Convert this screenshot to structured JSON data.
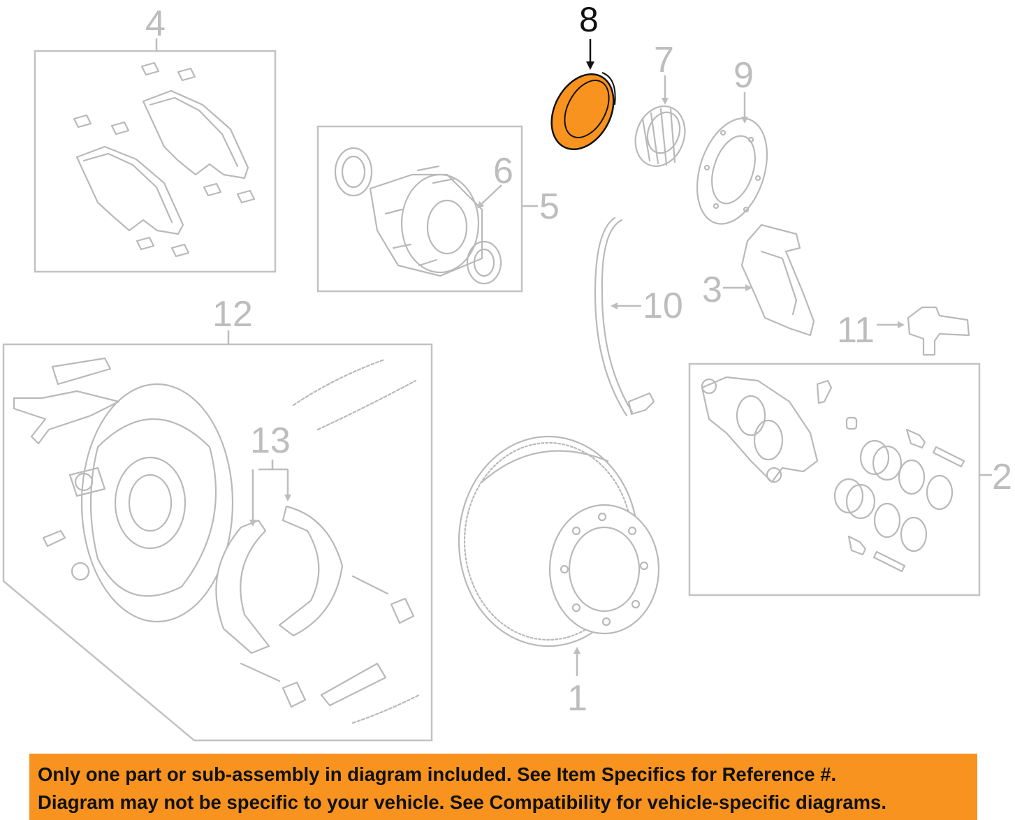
{
  "colors": {
    "highlight": "#f7931e",
    "line_art": "#b9b9b9",
    "callout_text": "#bdbdbd",
    "banner_bg": "#f7931e"
  },
  "callouts": {
    "c1": "1",
    "c2": "2",
    "c3": "3",
    "c4": "4",
    "c5": "5",
    "c6": "6",
    "c7": "7",
    "c8": "8",
    "c9": "9",
    "c10": "10",
    "c11": "11",
    "c12": "12",
    "c13": "13"
  },
  "highlighted_part": "8",
  "banner": {
    "line1": "Only one part or sub-assembly in diagram included. See Item Specifics for Reference #.",
    "line2": "Diagram may not be specific to your vehicle. See Compatibility for vehicle-specific diagrams."
  }
}
